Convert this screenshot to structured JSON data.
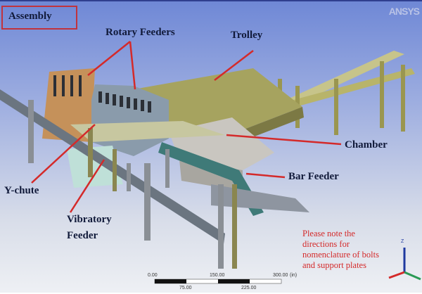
{
  "title": "Assembly",
  "logo": "ANSYS",
  "labels": {
    "rotary_feeders": "Rotary Feeders",
    "trolley": "Trolley",
    "chamber": "Chamber",
    "bar_feeder": "Bar Feeder",
    "y_chute": "Y-chute",
    "vibratory_feeder_1": "Vibratory",
    "vibratory_feeder_2": "Feeder"
  },
  "note": [
    "Please note the",
    "directions for",
    "nomenclature of bolts",
    "and support plates"
  ],
  "scale": {
    "ticks_top": [
      "0.00",
      "150.00",
      "300.00"
    ],
    "ticks_bottom": [
      "75.00",
      "225.00"
    ],
    "unit": "(in)"
  },
  "axis": {
    "z": "Z"
  },
  "colors": {
    "arrow": "#d42a2a",
    "label": "#111a3a"
  }
}
